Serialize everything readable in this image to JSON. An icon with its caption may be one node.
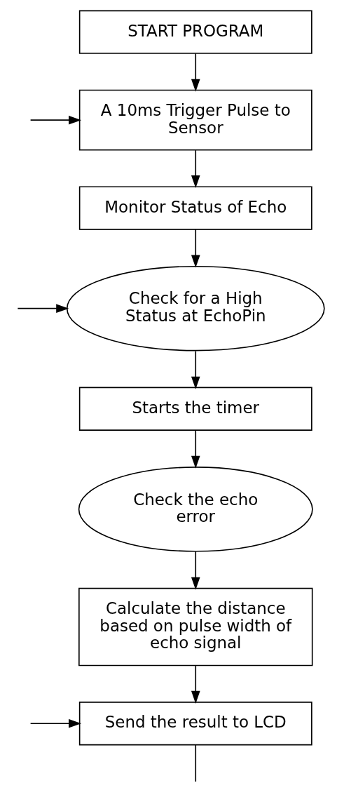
{
  "diagram": {
    "nodes": [
      {
        "text": [
          "START PROGRAM"
        ]
      },
      {
        "text": [
          "A 10ms Trigger Pulse to Sensor"
        ]
      },
      {
        "text": [
          "Monitor Status of Echo"
        ]
      },
      {
        "text": [
          "Check for a High Status at EchoPin"
        ]
      },
      {
        "text": [
          "Starts the timer"
        ]
      },
      {
        "text": [
          "Check the echo error"
        ]
      },
      {
        "text": [
          "Calculate the distance based on pulse width of echo signal"
        ]
      },
      {
        "text": [
          "Send the result to LCD"
        ]
      }
    ],
    "edges": [
      {
        "from": 0,
        "to": 1,
        "arrow": "to"
      },
      {
        "from": 1,
        "to": 2,
        "arrow": "to"
      },
      {
        "from": 2,
        "to": 3,
        "arrow": "to"
      },
      {
        "from": 3,
        "to": 4,
        "arrow": "to"
      },
      {
        "from": 4,
        "to": 5,
        "arrow": "to"
      },
      {
        "from": 5,
        "to": 6,
        "arrow": "to"
      },
      {
        "from": 6,
        "to": 7,
        "arrow": "to"
      },
      {
        "from": null,
        "to": 1,
        "arrow": "to"
      },
      {
        "from": null,
        "to": 3,
        "arrow": "to"
      },
      {
        "from": null,
        "to": 7,
        "arrow": "to"
      },
      {
        "from": 7,
        "to": null,
        "arrow": "none"
      }
    ]
  }
}
